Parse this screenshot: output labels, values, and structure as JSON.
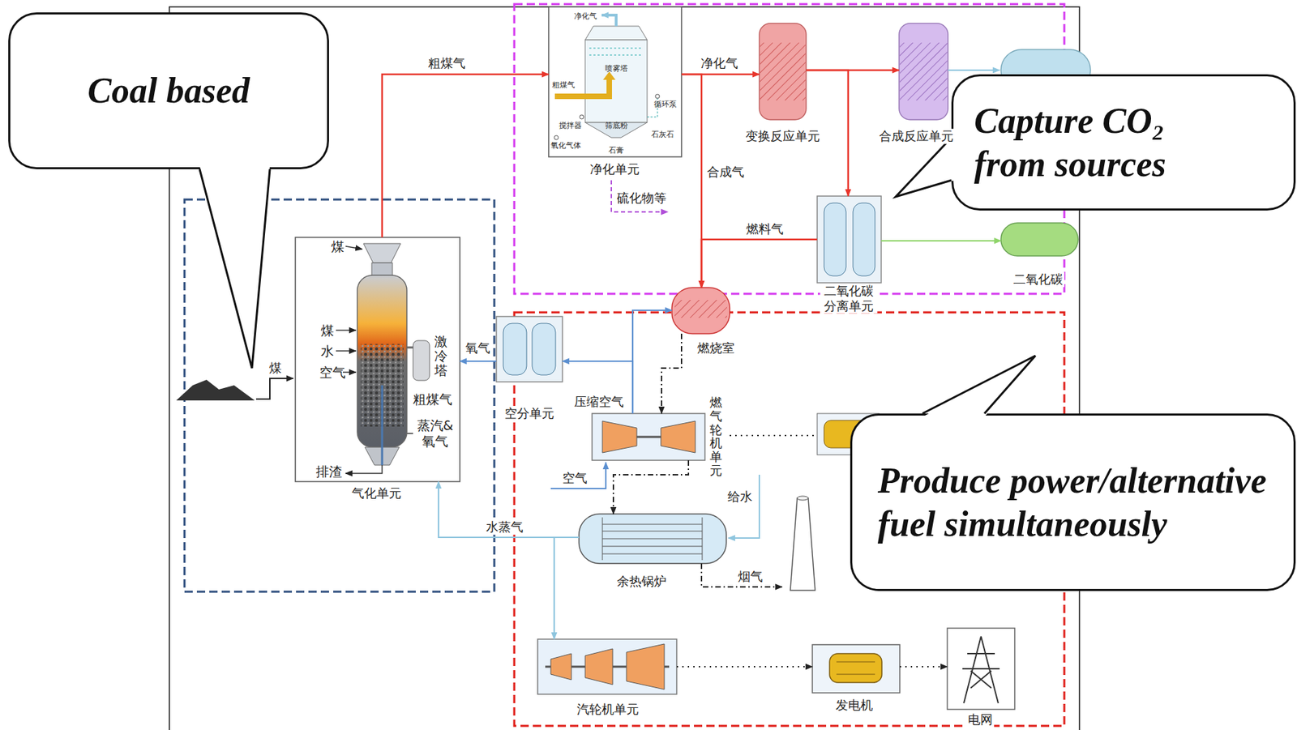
{
  "diagram": {
    "nodes": [
      {
        "text": [
          "Coal based"
        ]
      },
      {
        "text": [
          "Capture CO₂ from sources"
        ]
      },
      {
        "text": [
          "Produce power/alternative fuel simultaneously"
        ]
      },
      {
        "text": [
          "气化单元",
          "煤",
          "煤",
          "水",
          "空气",
          "激冷塔",
          "粗煤气",
          "蒸汽& 氧气",
          "排渣"
        ]
      },
      {
        "text": [
          "净化单元",
          "净化气",
          "喷雾塔",
          "粗煤气",
          "搅拌器",
          "筛底粉",
          "循环泵",
          "氧化气体",
          "石灰石",
          "石膏"
        ]
      },
      {
        "text": [
          "变换反应单元"
        ]
      },
      {
        "text": [
          "合成反应单元"
        ]
      },
      {
        "text": [
          "二氧化碳 分离单元"
        ]
      },
      {
        "text": [
          "二氧化碳"
        ]
      },
      {
        "text": [
          "空分单元"
        ]
      },
      {
        "text": [
          "燃烧室"
        ]
      },
      {
        "text": [
          "燃气轮机单元"
        ]
      },
      {
        "text": [
          "余热锅炉"
        ]
      },
      {
        "text": [
          "汽轮机单元"
        ]
      },
      {
        "text": [
          "发电机"
        ]
      },
      {
        "text": [
          "电网"
        ]
      }
    ],
    "edges": [
      {
        "from": 3,
        "to": 4,
        "label": "粗煤气",
        "arrow": "to"
      },
      {
        "from": 4,
        "to": 5,
        "label": "净化气",
        "arrow": "to"
      },
      {
        "from": 5,
        "to": 6,
        "arrow": "to"
      },
      {
        "from": 5,
        "to": 7,
        "arrow": "to"
      },
      {
        "from": 4,
        "to": 10,
        "label": "合成气",
        "arrow": "to"
      },
      {
        "from": 7,
        "to": 10,
        "label": "燃料气",
        "arrow": "to"
      },
      {
        "from": 7,
        "to": 8,
        "arrow": "to"
      },
      {
        "from": 9,
        "to": 3,
        "label": "氧气",
        "arrow": "to"
      },
      {
        "from": 11,
        "to": 9,
        "label": "压缩空气",
        "arrow": "to"
      },
      {
        "from": 11,
        "to": 10,
        "arrow": "to"
      },
      {
        "from": 10,
        "to": 11,
        "arrow": "to"
      },
      {
        "from": 11,
        "to": 12,
        "arrow": "to"
      },
      {
        "from": 12,
        "to": 3,
        "label": "水蒸气",
        "arrow": "to"
      },
      {
        "from": 12,
        "to": 13,
        "arrow": "to"
      },
      {
        "from": 13,
        "to": 14,
        "arrow": "to"
      },
      {
        "from": 14,
        "to": 15,
        "arrow": "to"
      }
    ],
    "labels": [
      "硫化物等",
      "空气",
      "给水",
      "烟气",
      "煤"
    ]
  }
}
